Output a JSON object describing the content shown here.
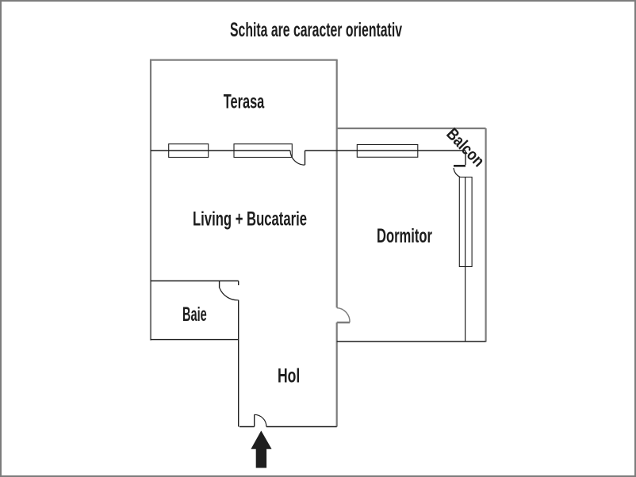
{
  "title": "Schita are caracter orientativ",
  "rooms": {
    "terasa": "Terasa",
    "living": "Living + Bucatarie",
    "dormitor": "Dormitor",
    "baie": "Baie",
    "hol": "Hol",
    "balcon": "Balcon"
  },
  "icons": {
    "entrance_arrow": "up-arrow-entrance"
  },
  "colors": {
    "background": "#ffffff",
    "exterior_wall": "#7c7c7c",
    "interior_wall": "#1f1f1f",
    "text": "#1d1d1d"
  }
}
